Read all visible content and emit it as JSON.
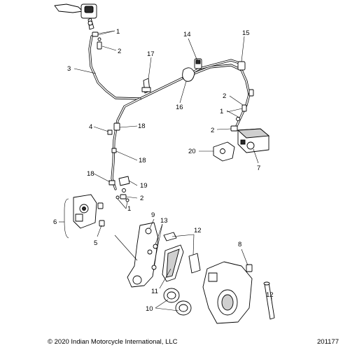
{
  "callouts": {
    "c1_top": "1",
    "c2_top": "2",
    "c3": "3",
    "c14": "14",
    "c15": "15",
    "c17": "17",
    "c16": "16",
    "c2_right_a": "2",
    "c1_right": "1",
    "c2_right_b": "2",
    "c4": "4",
    "c18_a": "18",
    "c18_b": "18",
    "c18_c": "18",
    "c20": "20",
    "c7": "7",
    "c19": "19",
    "c2_mid": "2",
    "c1_mid": "1",
    "c6": "6",
    "c5": "5",
    "c9": "9",
    "c13": "13",
    "c12_top": "12",
    "c8": "8",
    "c11": "11",
    "c10": "10",
    "c12_bottom": "12"
  },
  "footer": {
    "copyright": "© 2020 Indian Motorcycle International, LLC",
    "figure_id": "201177"
  }
}
